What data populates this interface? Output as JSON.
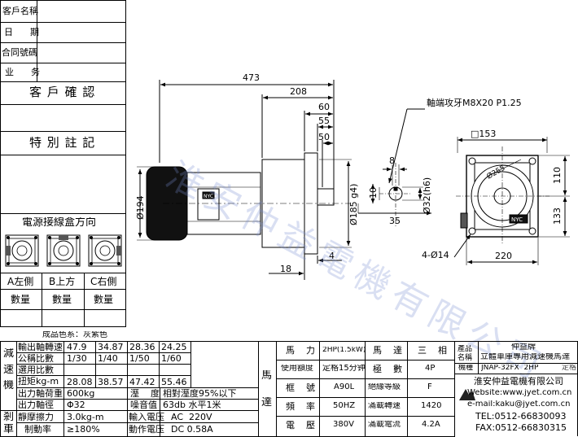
{
  "left_panel": {
    "customer_name_label": "客戶名稱",
    "date_label": "日      期",
    "contract_no_label": "合同號碼",
    "sales_label": "业      务",
    "customer_confirm_label": "客 戶 確 認",
    "special_note_label": "特 別 註 記",
    "junction_box_title": "電源接線盒方向",
    "options": [
      {
        "label": "A左側",
        "qty_label": "數量"
      },
      {
        "label": "B上方",
        "qty_label": "數量"
      },
      {
        "label": "C右側",
        "qty_label": "數量"
      }
    ]
  },
  "drawing": {
    "dims": {
      "overall_length": "473",
      "gear_length": "208",
      "d60": "60",
      "d55": "55",
      "d50": "50",
      "shaft_tap": "軸端攻牙M8X20 P1.25",
      "dia194": "Ø194",
      "dia185": "Ø185 g4)",
      "d8": "8",
      "d10": "10",
      "dia32": "Ø32(h6)",
      "d35": "35",
      "d18": "18",
      "d4": "4",
      "sq153": "□153",
      "pcd": "Ø255",
      "h110": "110",
      "h133": "133",
      "holes": "4-Ø14",
      "w220": "220"
    },
    "motor_badge": "NYC",
    "watermark": "淮安仲益電機有限公司"
  },
  "reducer_table": {
    "product_color": "成品色系：灰紫色",
    "side_label": [
      "減",
      "速",
      "機"
    ],
    "brake_label": [
      "剎",
      "車"
    ],
    "rows": [
      {
        "label": "輸出軸轉速",
        "values": [
          "47.9",
          "34.87",
          "28.36",
          "24.25"
        ]
      },
      {
        "label": "公稱比數",
        "values": [
          "1/30",
          "1/40",
          "1/50",
          "1/60"
        ]
      },
      {
        "label": "選用比數",
        "values": [
          "",
          "",
          "",
          ""
        ]
      },
      {
        "label": "扭矩kg-m",
        "values": [
          "28.08",
          "38.57",
          "47.42",
          "55.46"
        ]
      }
    ],
    "output_load_label": "出力軸荷重",
    "output_load_value": "600kg",
    "humidity_label": "溼    度",
    "humidity_value": "相對溼度95%以下",
    "shaft_dia_label": "出力軸徑",
    "shaft_dia_value": "Φ32",
    "noise_label": "噪音值",
    "noise_value": "63db 水平1米",
    "static_torque_label": "靜摩擦力",
    "static_torque_value": "3.0kg-m",
    "input_voltage_label": "輸入電压",
    "input_voltage_value": "AC  220V",
    "brake_rate_label": "制動率",
    "brake_rate_value": "≥180%",
    "action_voltage_label": "動作電压",
    "action_voltage_value": "DC 0.58A"
  },
  "motor_table": {
    "side_label": [
      "馬",
      "達"
    ],
    "rows": [
      [
        "馬    力",
        "2HP(1.5kW)",
        "馬    達",
        "三    相"
      ],
      [
        "使用額度",
        "定格15分钟",
        "極    數",
        "4P"
      ],
      [
        "框    號",
        "A90L",
        "絕緣等級",
        "F"
      ],
      [
        "頻    率",
        "50HZ",
        "滿載轉速",
        "1420"
      ],
      [
        "電    壓",
        "380V",
        "滿載電流",
        "4.2A"
      ]
    ]
  },
  "product_box": {
    "name_label": "產品名稱",
    "name_value_1": "仲益牌",
    "name_value_2": "立體車庫專用減速機馬達",
    "model_label": "機種",
    "model_value": "JNAP-32FX  2HP",
    "rated": "定格"
  },
  "company": {
    "name": "淮安仲益電機有限公司",
    "website": "Website:www.jyet.com.cn",
    "email": "e-mail:kaku@jyet.com.cn",
    "tel": "TEL:0512-66830093",
    "fax": "FAX:0512-66830315"
  }
}
